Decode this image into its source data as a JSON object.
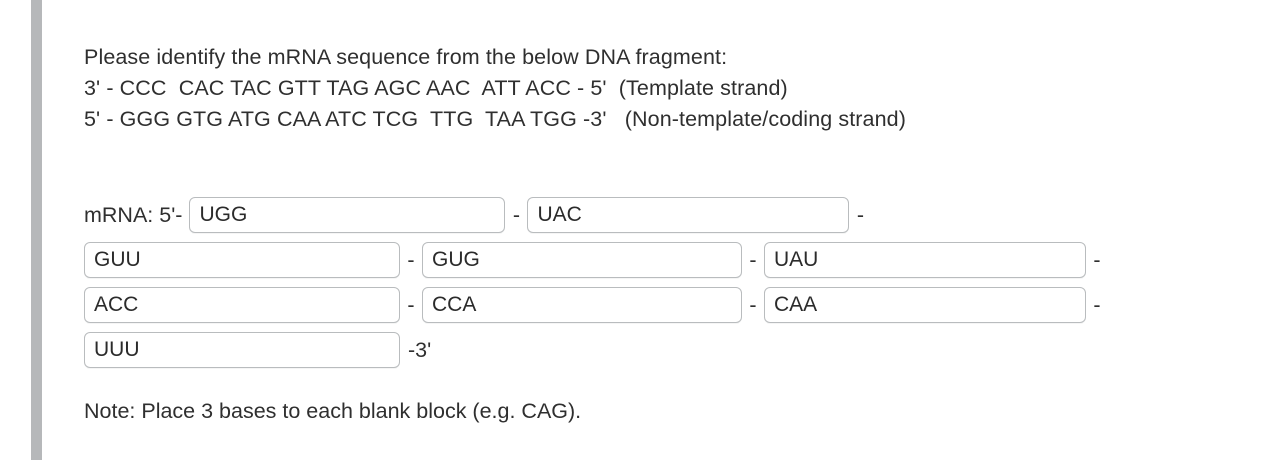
{
  "question": {
    "instruction": "Please identify the mRNA sequence from the below DNA fragment:",
    "template_strand": "3' - CCC  CAC TAC GTT TAG AGC AAC  ATT ACC - 5'  (Template strand)",
    "coding_strand": "5' - GGG GTG ATG CAA ATC TCG  TTG  TAA TGG -3'   (Non-template/coding strand)"
  },
  "answer": {
    "prefix_label": "mRNA: 5'-",
    "separator": "-",
    "suffix_label": "-3'",
    "rows": [
      {
        "label": "mRNA: 5'-",
        "blanks": [
          {
            "value": "UGG",
            "placeholder": ""
          },
          {
            "value": "UAC",
            "placeholder": ""
          }
        ],
        "trailing": "-"
      },
      {
        "label": "",
        "blanks": [
          {
            "value": "GUU",
            "placeholder": ""
          },
          {
            "value": "GUG",
            "placeholder": ""
          },
          {
            "value": "UAU",
            "placeholder": ""
          }
        ],
        "trailing": "-"
      },
      {
        "label": "",
        "blanks": [
          {
            "value": "ACC",
            "placeholder": ""
          },
          {
            "value": "CCA",
            "placeholder": ""
          },
          {
            "value": "CAA",
            "placeholder": ""
          }
        ],
        "trailing": "-"
      },
      {
        "label": "",
        "blanks": [
          {
            "value": "UUU",
            "placeholder": ""
          }
        ],
        "trailing": "-3'"
      }
    ]
  },
  "note": "Note: Place 3 bases to each blank block (e.g. CAG).",
  "colors": {
    "text": "#2f2f2f",
    "rail": "#b6b8ba",
    "input_border": "#b9bcbe",
    "background": "#ffffff"
  }
}
